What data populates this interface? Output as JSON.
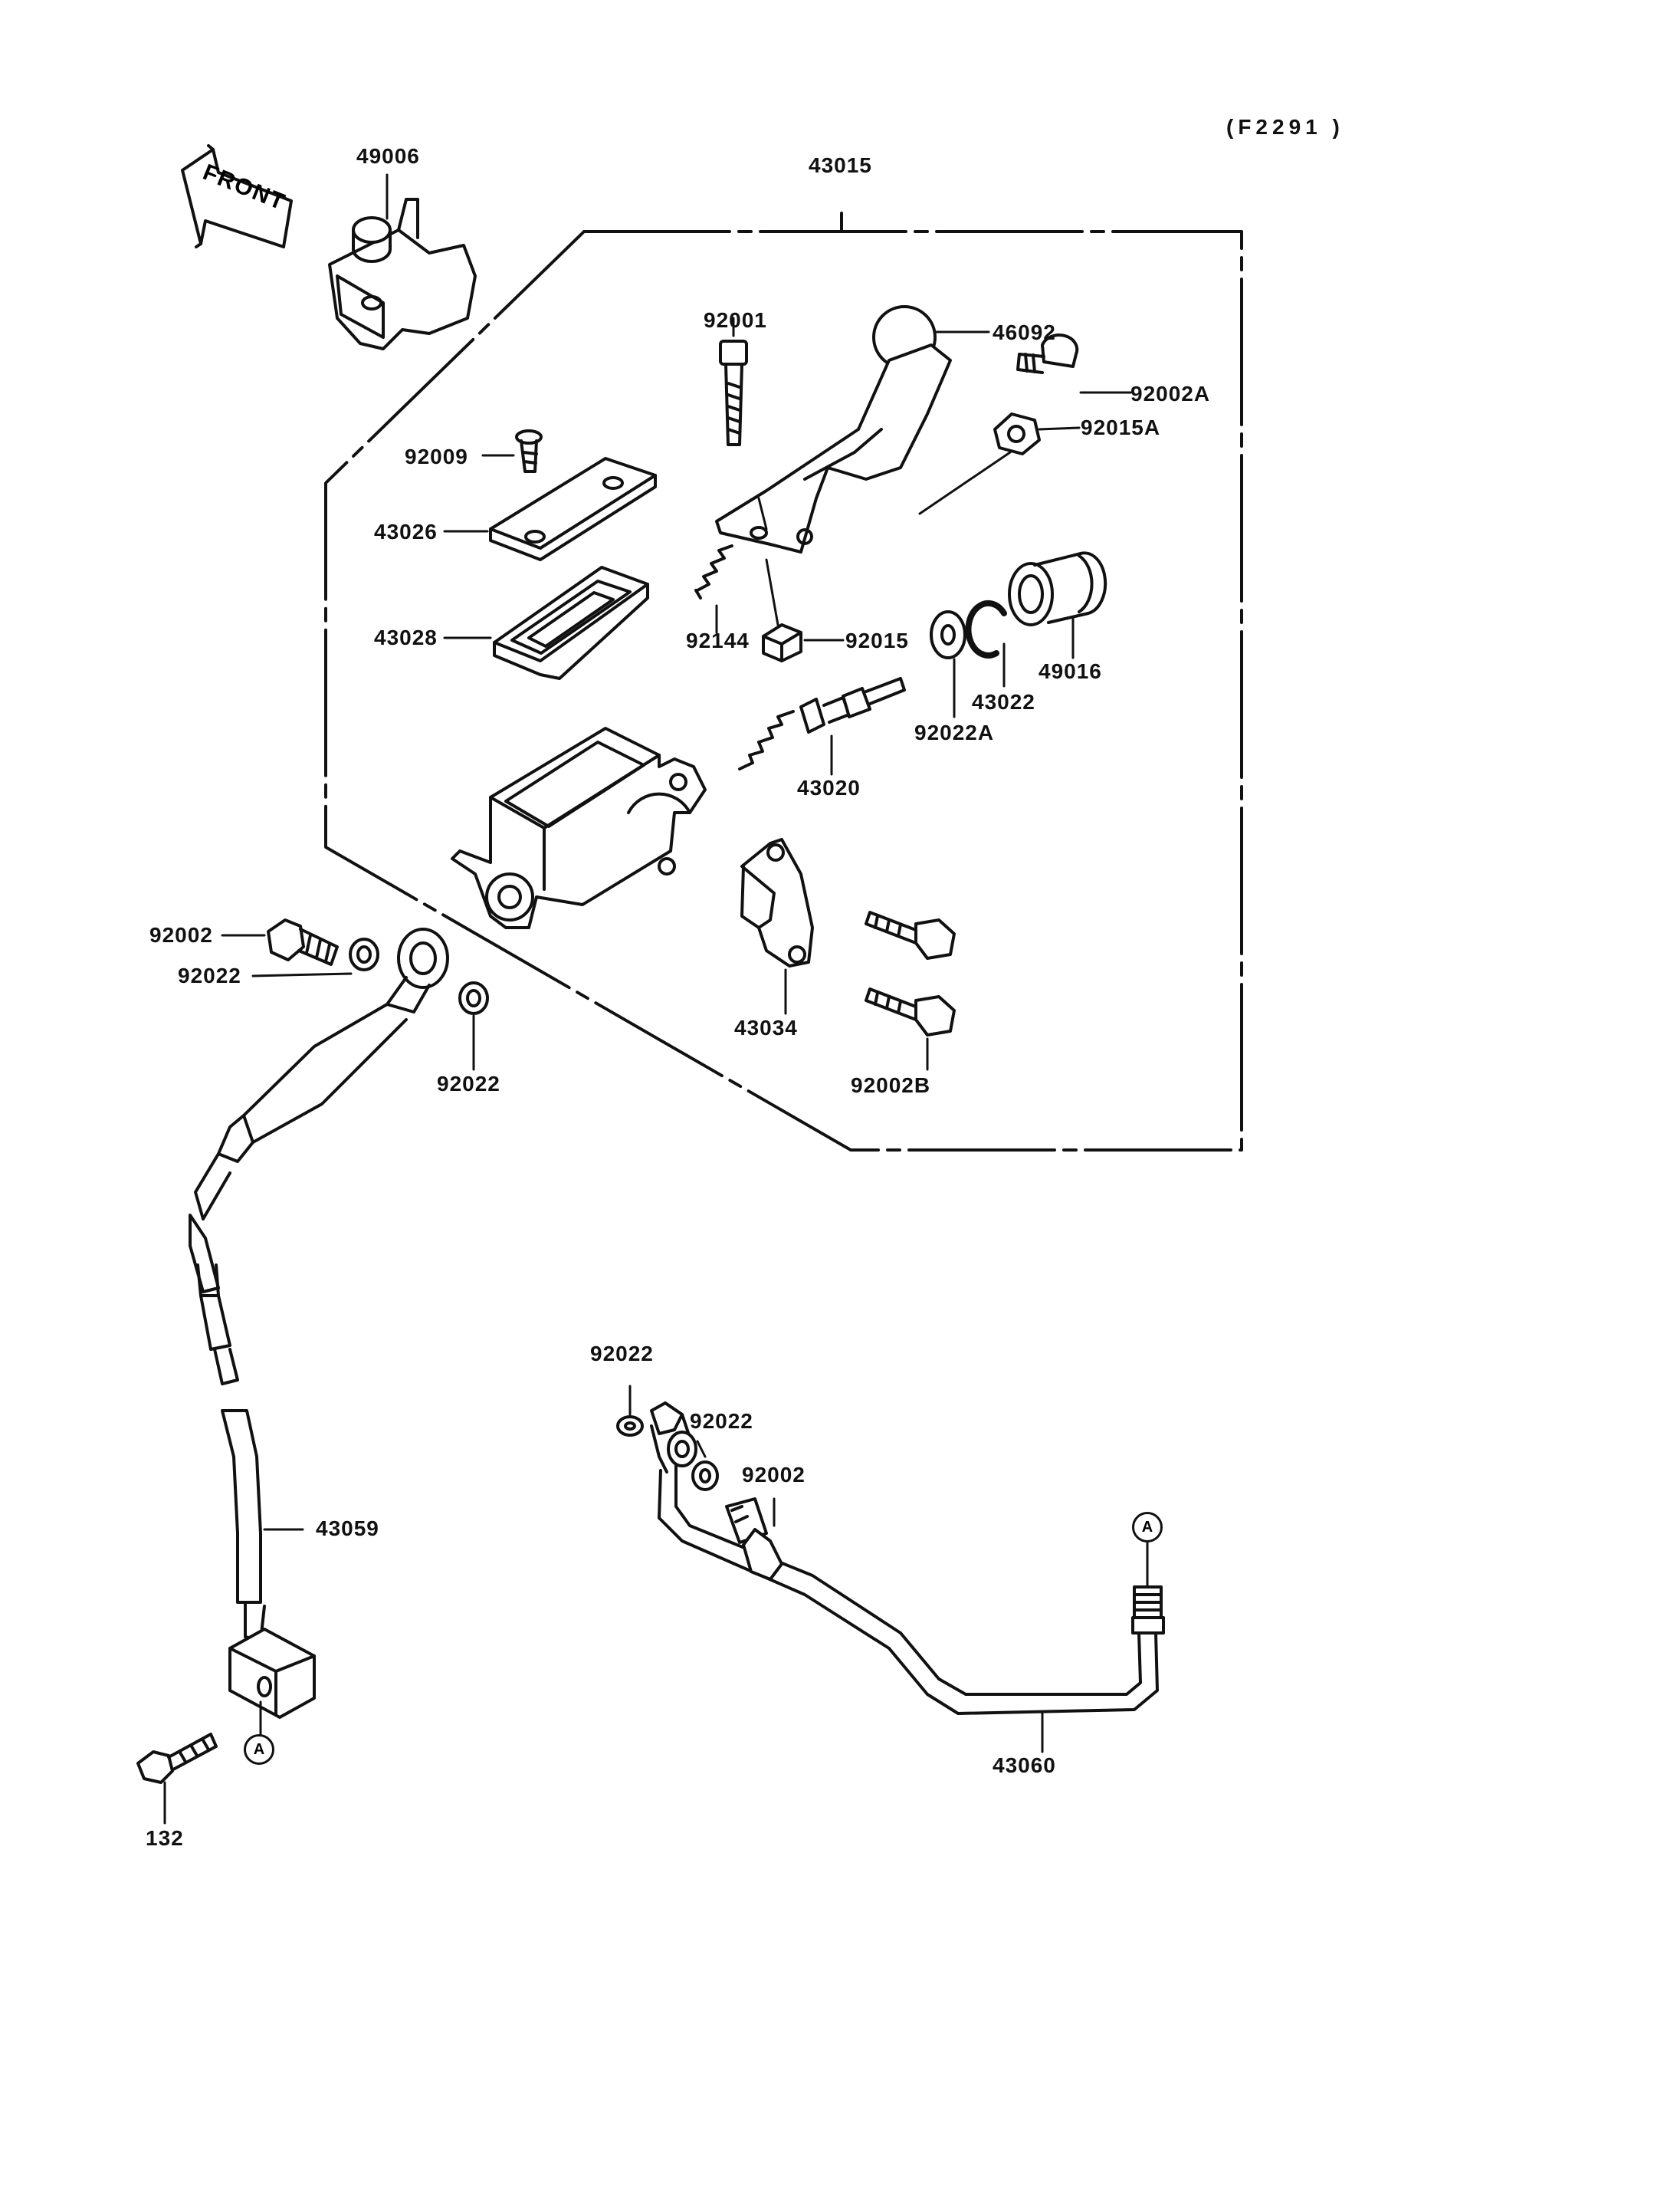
{
  "reference_code": "(F2291 )",
  "front_label": "FRONT",
  "connector_label": "A",
  "parts": {
    "p49006": "49006",
    "p43015": "43015",
    "p92001": "92001",
    "p46092": "46092",
    "p92002A": "92002A",
    "p92015A": "92015A",
    "p92009": "92009",
    "p43026": "43026",
    "p43028": "43028",
    "p92144": "92144",
    "p92015": "92015",
    "p49016": "49016",
    "p43022": "43022",
    "p92022A": "92022A",
    "p43020": "43020",
    "p43034": "43034",
    "p92002B": "92002B",
    "p92002_top": "92002",
    "p92022_a": "92022",
    "p92022_b": "92022",
    "p43059": "43059",
    "p132": "132",
    "p92022_c": "92022",
    "p92022_d": "92022",
    "p92002_low": "92002",
    "p43060": "43060"
  },
  "colors": {
    "ink": "#111111",
    "paper": "#ffffff"
  }
}
